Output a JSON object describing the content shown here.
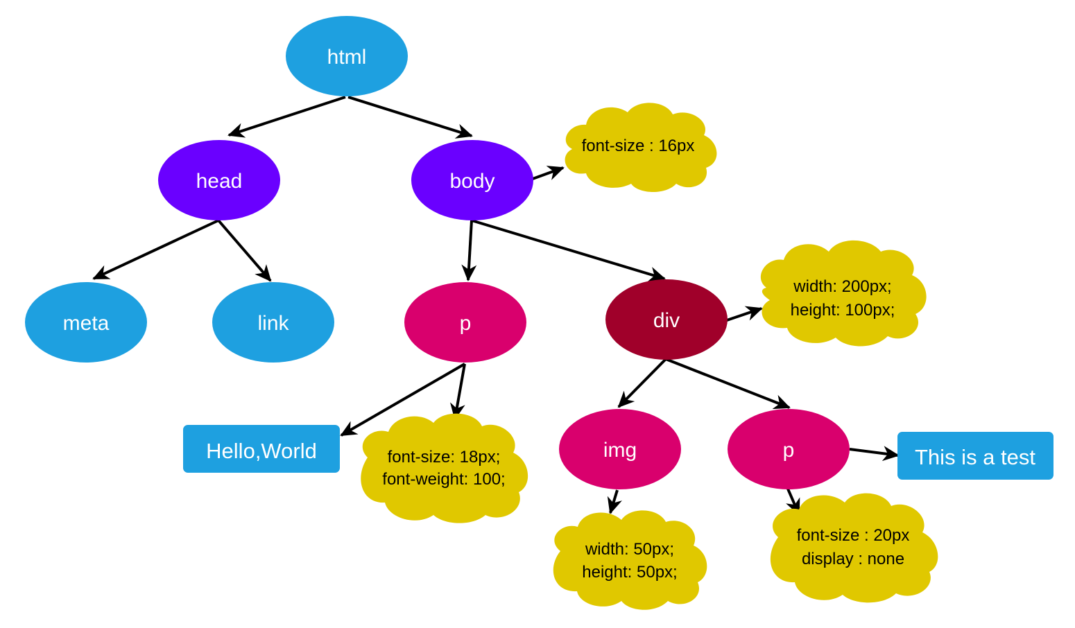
{
  "diagram": {
    "colors": {
      "root": "#1ea0e0",
      "head_body": "#6a00ff",
      "element": "#d9006d",
      "div": "#a0002a",
      "cloud": "#e0c800",
      "text_box": "#1ea0e0",
      "edge": "#000000"
    },
    "nodes": {
      "html": "html",
      "head": "head",
      "body": "body",
      "meta": "meta",
      "link": "link",
      "p1": "p",
      "div": "div",
      "img": "img",
      "p2": "p"
    },
    "text_boxes": {
      "hello": "Hello,World",
      "test": "This is a test"
    },
    "styles": {
      "body": [
        "font-size : 16px"
      ],
      "p1": [
        "font-size: 18px;",
        "font-weight: 100;"
      ],
      "div": [
        "width: 200px;",
        "height: 100px;"
      ],
      "img": [
        "width: 50px;",
        "height: 50px;"
      ],
      "p2": [
        "font-size : 20px",
        "display : none"
      ]
    }
  }
}
